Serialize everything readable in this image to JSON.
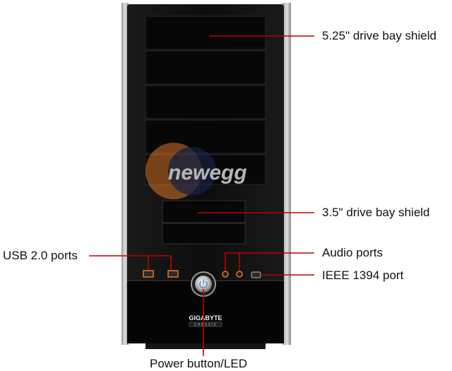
{
  "callouts": {
    "drive_525": "5.25\" drive bay shield",
    "drive_35": "3.5\" drive bay shield",
    "usb": "USB 2.0 ports",
    "audio": "Audio ports",
    "ieee": "IEEE 1394 port",
    "power": "Power button/LED"
  },
  "case": {
    "brand_logo": "GIGABYTE",
    "brand_sub": "CHASSIS",
    "watermark": "newegg"
  },
  "colors": {
    "case_body": "#0c0c0c",
    "side_panel": "#c9c9c9",
    "leader_line": "#c00000",
    "port_orange": "#e07a2a"
  },
  "icons": {
    "power": "power-icon"
  }
}
